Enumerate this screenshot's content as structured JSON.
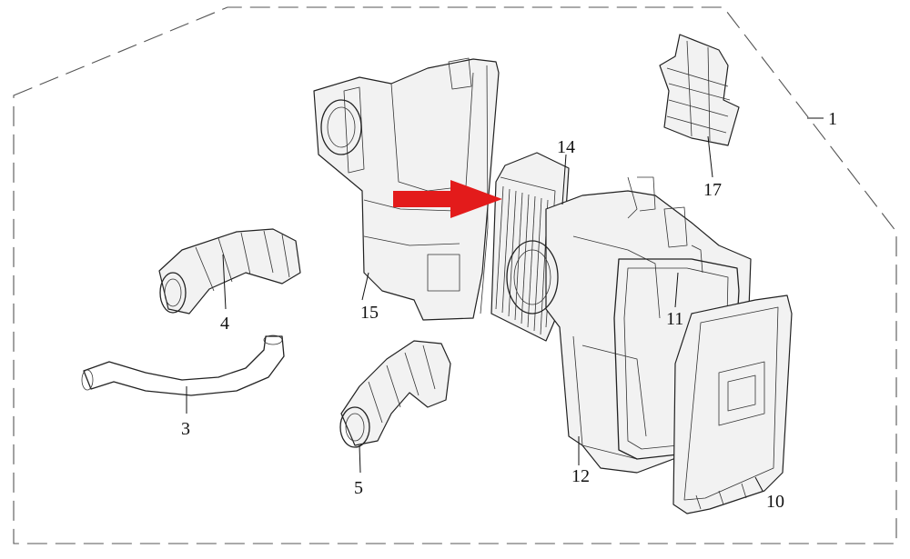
{
  "diagram": {
    "callouts": [
      {
        "id": "p1",
        "number": "1"
      },
      {
        "id": "p3",
        "number": "3"
      },
      {
        "id": "p4",
        "number": "4"
      },
      {
        "id": "p5",
        "number": "5"
      },
      {
        "id": "p10",
        "number": "10"
      },
      {
        "id": "p11",
        "number": "11"
      },
      {
        "id": "p12",
        "number": "12"
      },
      {
        "id": "p14",
        "number": "14"
      },
      {
        "id": "p15",
        "number": "15"
      },
      {
        "id": "p17",
        "number": "17"
      }
    ],
    "arrow_color": "#e31b1b",
    "line_color": "#222222"
  }
}
